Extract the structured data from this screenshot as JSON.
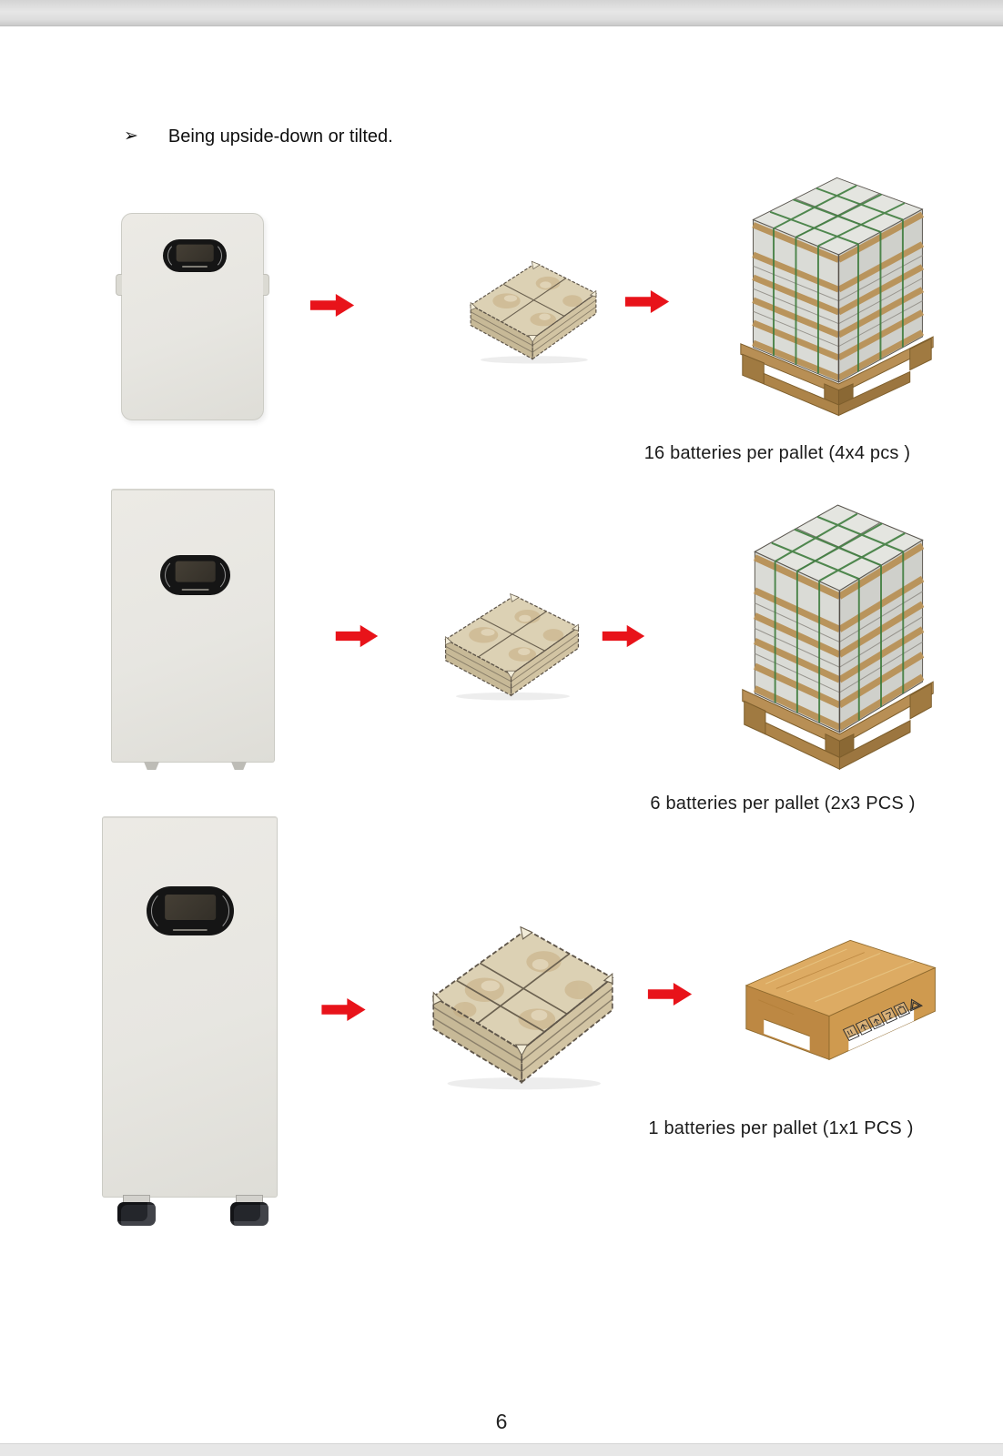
{
  "page": {
    "number": "6"
  },
  "heading": {
    "bullet": "➢",
    "text": "Being upside-down or tilted."
  },
  "rows": [
    {
      "battery": "wall-mount-battery",
      "package": "plywood-crate-box",
      "pallet": "strapped-pallet-stack-4x4",
      "caption": "16 batteries per pallet (4x4 pcs )"
    },
    {
      "battery": "tall-wall-mount-battery",
      "package": "plywood-crate-box",
      "pallet": "strapped-pallet-stack-2x3",
      "caption": "6 batteries per pallet (2x3 PCS )"
    },
    {
      "battery": "floor-standing-battery-with-casters",
      "package": "plywood-crate-box-large",
      "pallet": "wooden-crate-single",
      "caption": "1 batteries per pallet (1x1 PCS )"
    }
  ],
  "icons": {
    "flow_arrow": "red-right-arrow",
    "bullet": "arrowhead-right",
    "shipping_marks": [
      "stacking-limit",
      "keep-dry",
      "this-way-up",
      "fragile",
      "battery",
      "recyclable"
    ]
  },
  "colors": {
    "arrow_red": "#e8131a",
    "battery_body": "#e8e7e2",
    "display_bezel": "#151515",
    "crate_top": "#dcd1b4",
    "stack_wood": "#b9945c",
    "strap_green": "#3f7d3f",
    "wooden_crate": "#cf9a4f",
    "pallet_wood": "#b88f55",
    "chrome_gray": "#dedede"
  }
}
